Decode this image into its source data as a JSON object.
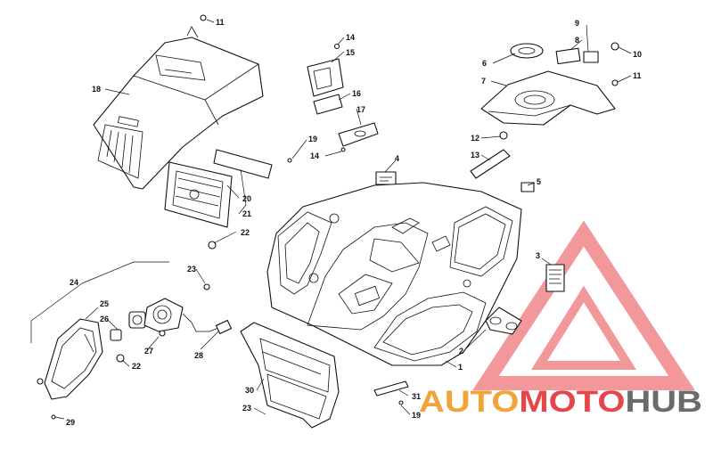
{
  "callouts": [
    "1",
    "2",
    "3",
    "4",
    "5",
    "6",
    "7",
    "8",
    "9",
    "10",
    "11",
    "11",
    "12",
    "13",
    "14",
    "14",
    "15",
    "16",
    "17",
    "18",
    "19",
    "19",
    "20",
    "21",
    "22",
    "22",
    "23",
    "23",
    "24",
    "25",
    "26",
    "27",
    "28",
    "29",
    "30",
    "31"
  ],
  "watermark": {
    "word_1": "AUTO",
    "word_2": "MOTO",
    "word_3": "HUB",
    "color_1": "#f2a33a",
    "color_2": "#e8454a",
    "color_3": "#6b6b6b",
    "logo_color": "#e8454a"
  }
}
